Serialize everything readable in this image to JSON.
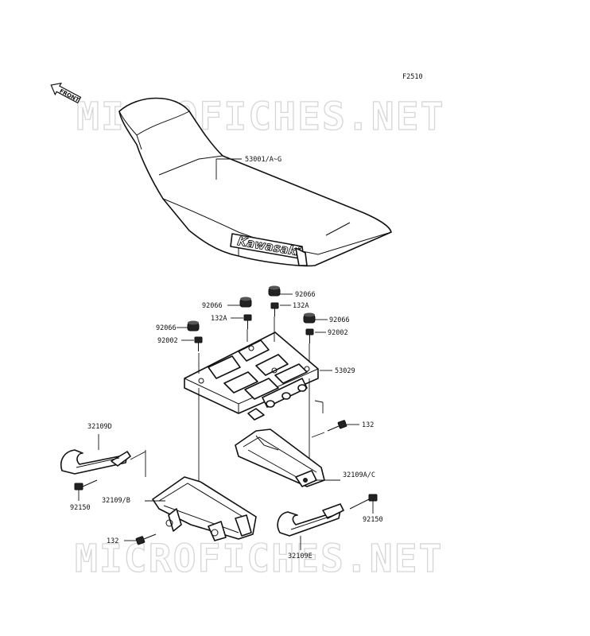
{
  "diagram_code": "F2510",
  "front_arrow": "FRONT",
  "watermark_top": "MICROFICHES.NET",
  "watermark_bottom": "MICROFICHES.NET",
  "seat_logo": "Kawasaki",
  "labels": {
    "seat": "53001/A~G",
    "cap_top": "92066",
    "cap_mid_right": "92066",
    "cap_left_upper": "92066",
    "cap_left_lower": "92066",
    "bolt_132a_right": "132A",
    "bolt_132a_left": "132A",
    "bolt_92002_left": "92002",
    "bolt_92002_right": "92002",
    "carrier": "53029",
    "bolt_132_right": "132",
    "bolt_132_left": "132",
    "bracket_right": "32109A/C",
    "bracket_left": "32109/B",
    "handle_left": "32109D",
    "handle_right": "32109E",
    "bolt_92150_left": "92150",
    "bolt_92150_right": "92150"
  }
}
